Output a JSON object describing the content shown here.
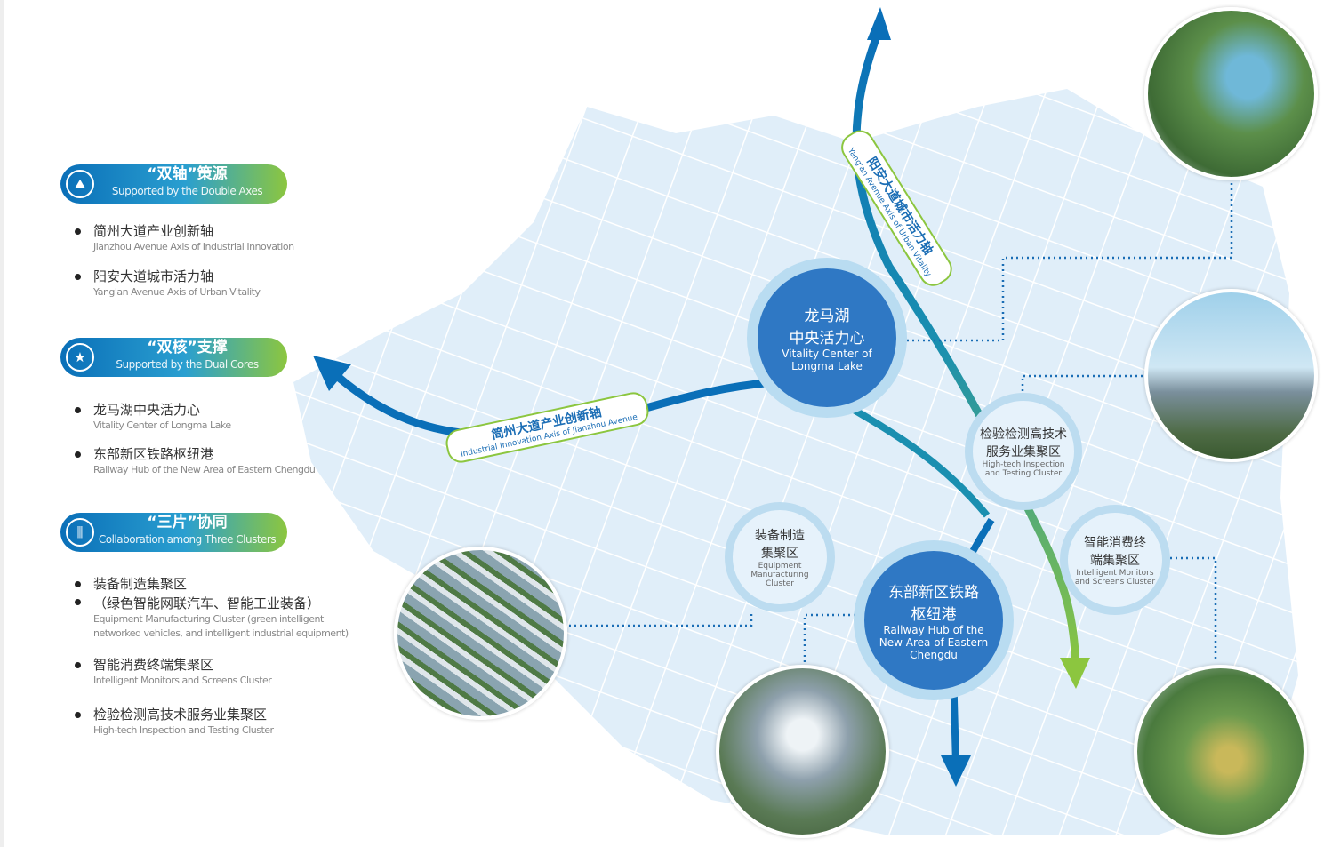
{
  "sections": [
    {
      "title_zh": "“双轴”策源",
      "title_en": "Supported by the Double Axes",
      "icon": "mountain-icon",
      "items": [
        {
          "zh": "简州大道产业创新轴",
          "en": "Jianzhou Avenue Axis of Industrial Innovation"
        },
        {
          "zh": "阳安大道城市活力轴",
          "en": "Yang'an Avenue Axis of Urban Vitality"
        }
      ]
    },
    {
      "title_zh": "“双核”支撑",
      "title_en": "Supported by the Dual Cores",
      "icon": "star-badge-icon",
      "items": [
        {
          "zh": "龙马湖中央活力心",
          "en": "Vitality Center of Longma Lake"
        },
        {
          "zh": "东部新区铁路枢纽港",
          "en": "Railway Hub of the New Area of Eastern Chengdu"
        }
      ]
    },
    {
      "title_zh": "“三片”协同",
      "title_en": "Collaboration among Three Clusters",
      "icon": "circuit-icon",
      "items": [
        {
          "zh": "装备制造集聚区",
          "zh2": "（绿色智能网联汽车、智能工业装备）",
          "en": "Equipment Manufacturing Cluster (green intelligent networked vehicles, and intelligent industrial equipment)"
        },
        {
          "zh": "智能消费终端集聚区",
          "en": "Intelligent Monitors and Screens Cluster"
        },
        {
          "zh": "检验检测高技术服务业集聚区",
          "en": "High-tech Inspection and Testing Cluster"
        }
      ]
    }
  ],
  "map": {
    "axis_jianzhou": {
      "zh": "简州大道产业创新轴",
      "en": "Industrial Innovation Axis of Jianzhou Avenue"
    },
    "axis_yangan": {
      "zh": "阳安大道城市活力轴",
      "en": "Yang'an Avenue Axis of Urban Vitality"
    },
    "longma": {
      "zh1": "龙马湖",
      "zh2": "中央活力心",
      "en": "Vitality Center of Longma Lake"
    },
    "railway": {
      "zh1": "东部新区铁路",
      "zh2": "枢纽港",
      "en": "Railway Hub of the New Area of Eastern Chengdu"
    },
    "inspection": {
      "zh1": "检验检测高技术",
      "zh2": "服务业集聚区",
      "en": "High-tech Inspection and Testing Cluster"
    },
    "equipment": {
      "zh1": "装备制造",
      "zh2": "集聚区",
      "en": "Equipment Manufacturing Cluster"
    },
    "monitors": {
      "zh1": "智能消费终",
      "zh2": "端集聚区",
      "en": "Intelligent Monitors and Screens Cluster"
    }
  },
  "colors": {
    "blue": "#0a6fb8",
    "green": "#8cc63f",
    "node": "#2f78c4",
    "map": "#dcecf8"
  }
}
